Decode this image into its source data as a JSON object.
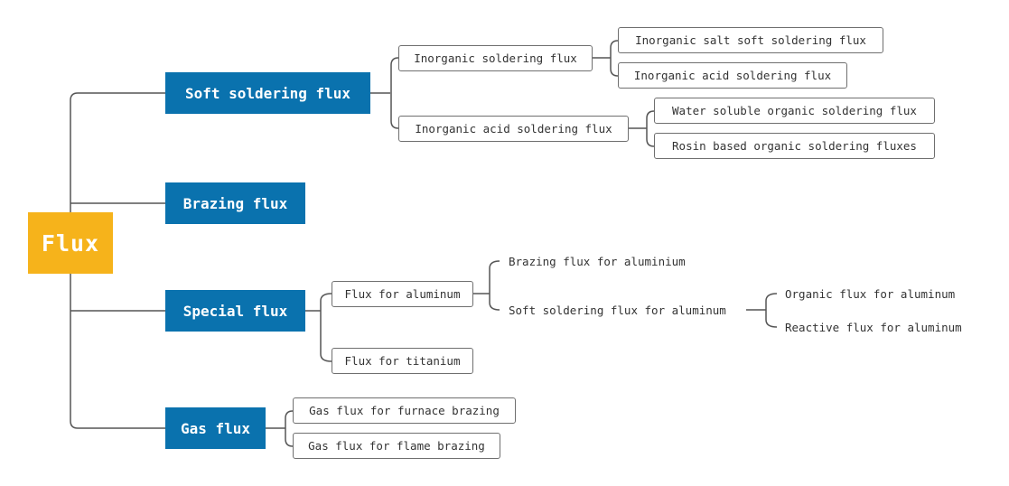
{
  "root": {
    "label": "Flux"
  },
  "branches": {
    "soft": {
      "label": "Soft soldering flux",
      "inorganic": {
        "label": "Inorganic soldering flux",
        "children": [
          "Inorganic salt soft soldering flux",
          "Inorganic acid soldering flux"
        ]
      },
      "acid": {
        "label": "Inorganic acid soldering flux",
        "children": [
          "Water soluble organic soldering flux",
          "Rosin based organic soldering fluxes"
        ]
      }
    },
    "brazing": {
      "label": "Brazing flux"
    },
    "special": {
      "label": "Special flux",
      "aluminum": {
        "label": "Flux for aluminum",
        "brazing": "Brazing flux for aluminium",
        "soft": {
          "label": "Soft soldering flux for aluminum",
          "children": [
            "Organic flux for aluminum",
            "Reactive flux for aluminum"
          ]
        }
      },
      "titanium": {
        "label": "Flux for titanium"
      }
    },
    "gas": {
      "label": "Gas flux",
      "children": [
        "Gas flux for furnace brazing",
        "Gas flux for flame brazing"
      ]
    }
  },
  "colors": {
    "root": "#F6B31B",
    "main": "#0A72AE",
    "line": "#555555"
  }
}
